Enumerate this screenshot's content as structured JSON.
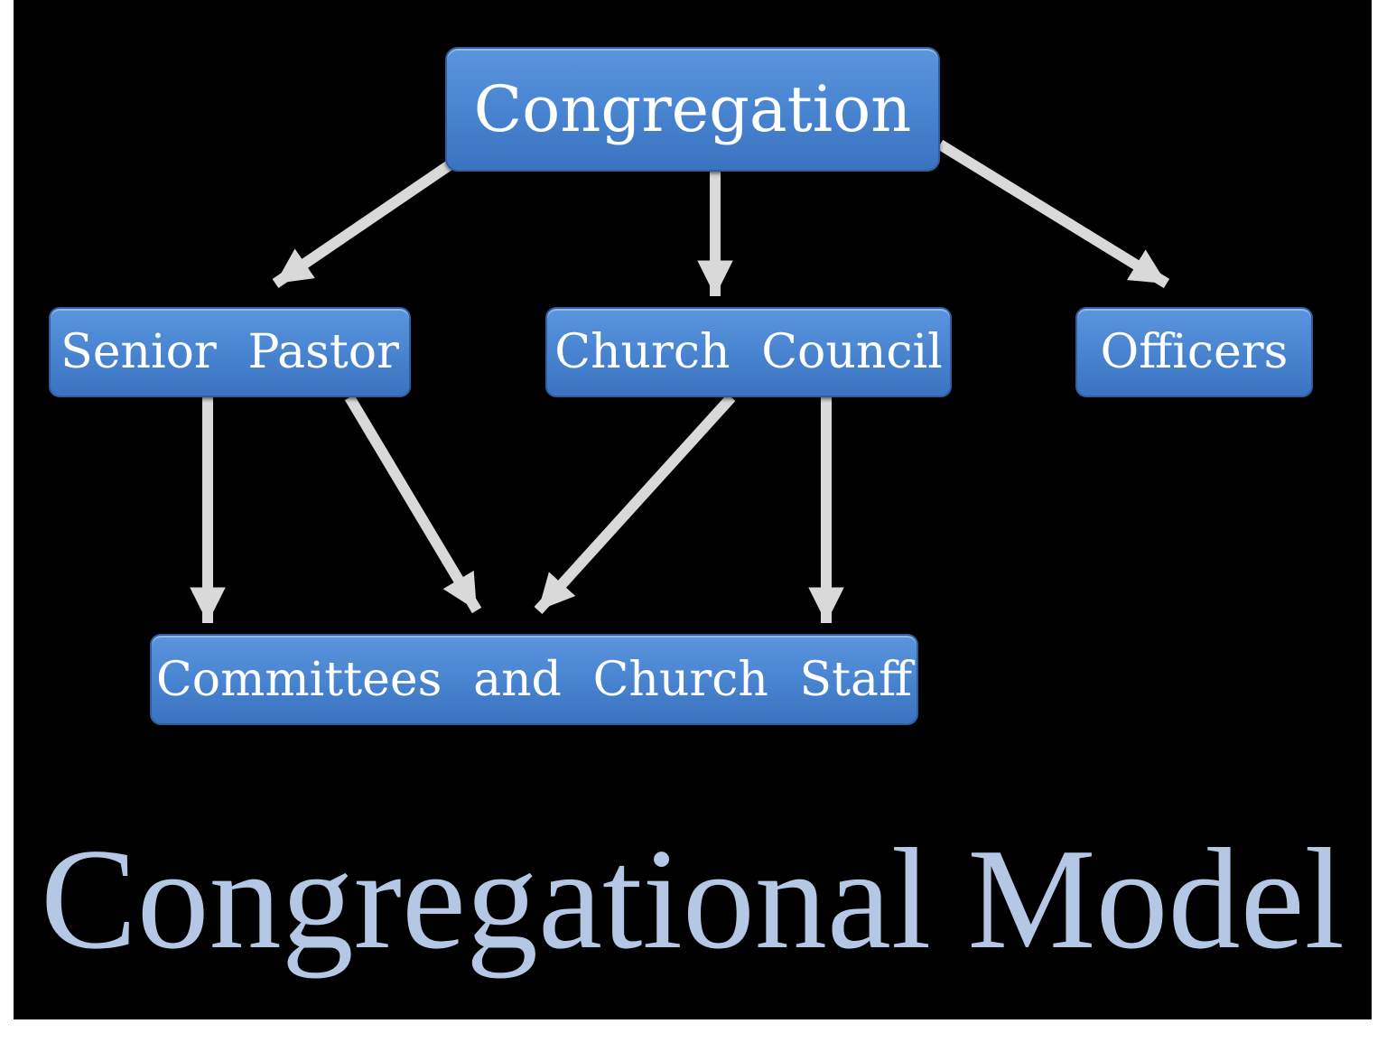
{
  "diagram": {
    "nodes": {
      "congregation": "Congregation",
      "senior_pastor": "Senior Pastor",
      "church_council": "Church Council",
      "officers": "Officers",
      "committees_staff": "Committees and Church Staff"
    },
    "edges": [
      {
        "from": "Congregation",
        "to": "Senior Pastor"
      },
      {
        "from": "Congregation",
        "to": "Church Council"
      },
      {
        "from": "Congregation",
        "to": "Officers"
      },
      {
        "from": "Senior Pastor",
        "to": "Committees and Church Staff"
      },
      {
        "from": "Senior Pastor",
        "to": "Committees and Church Staff"
      },
      {
        "from": "Church Council",
        "to": "Committees and Church Staff"
      },
      {
        "from": "Church Council",
        "to": "Committees and Church Staff"
      }
    ],
    "caption": "Congregational Model"
  },
  "colors": {
    "background": "#000000",
    "node_fill": "#4a86d2",
    "node_text": "#ffffff",
    "arrow": "#d9d9d9",
    "caption": "#b4c8e6"
  }
}
